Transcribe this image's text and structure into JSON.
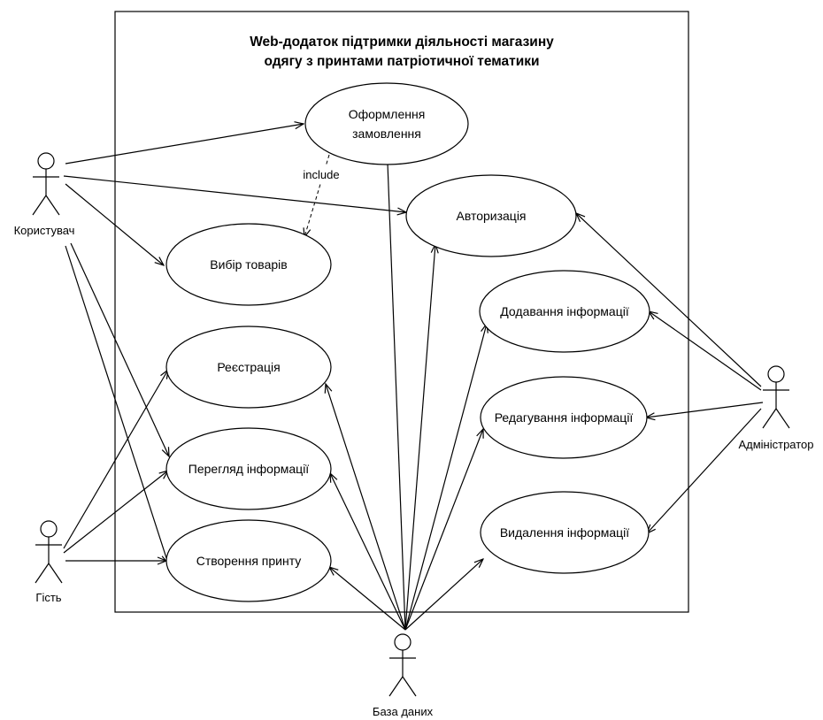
{
  "system": {
    "title_line1": "Web-додаток підтримки діяльності магазину",
    "title_line2": "одягу з принтами патріотичної тематики"
  },
  "actors": {
    "user": "Користувач",
    "guest": "Гість",
    "admin": "Адміністратор",
    "database": "База даних"
  },
  "use_cases": {
    "order_line1": "Оформлення",
    "order_line2": "замовлення",
    "auth": "Авторизація",
    "choose_goods": "Вибір товарів",
    "add_info": "Додавання інформації",
    "registration": "Реєстрація",
    "edit_info": "Редагування інформації",
    "view_info": "Перегляд інформації",
    "delete_info": "Видалення інформації",
    "create_print": "Створення принту"
  },
  "relations": {
    "include_label": "include"
  }
}
